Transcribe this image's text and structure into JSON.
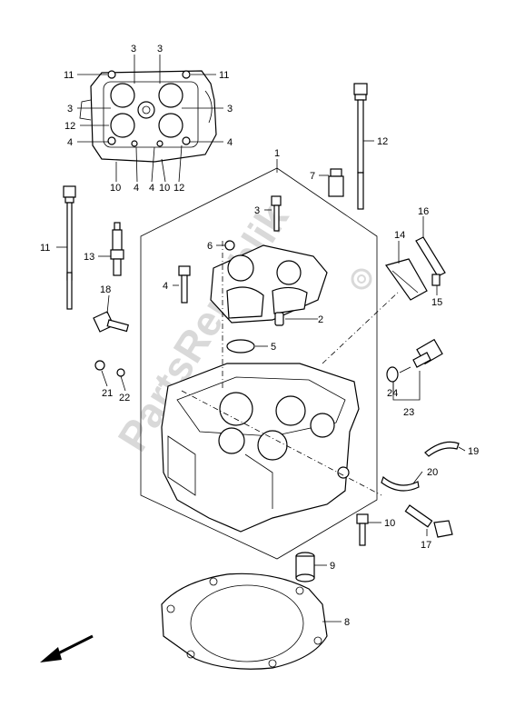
{
  "watermark": "PartsRepublik",
  "callouts": {
    "c1": "1",
    "c2": "2",
    "c3a": "3",
    "c3b": "3",
    "c3c": "3",
    "c3d": "3",
    "c3e": "3",
    "c4a": "4",
    "c4b": "4",
    "c4c": "4",
    "c4d": "4",
    "c4e": "4",
    "c5": "5",
    "c6": "6",
    "c7": "7",
    "c8": "8",
    "c9": "9",
    "c10a": "10",
    "c10b": "10",
    "c10c": "10",
    "c11a": "11",
    "c11b": "11",
    "c11c": "11",
    "c12a": "12",
    "c12b": "12",
    "c12c": "12",
    "c13": "13",
    "c14": "14",
    "c15": "15",
    "c16": "16",
    "c17": "17",
    "c18": "18",
    "c19": "19",
    "c20": "20",
    "c21": "21",
    "c22": "22",
    "c23": "23",
    "c24": "24"
  },
  "icons": {
    "direction": "front-arrow-icon",
    "logo": "gear-logo-icon"
  }
}
